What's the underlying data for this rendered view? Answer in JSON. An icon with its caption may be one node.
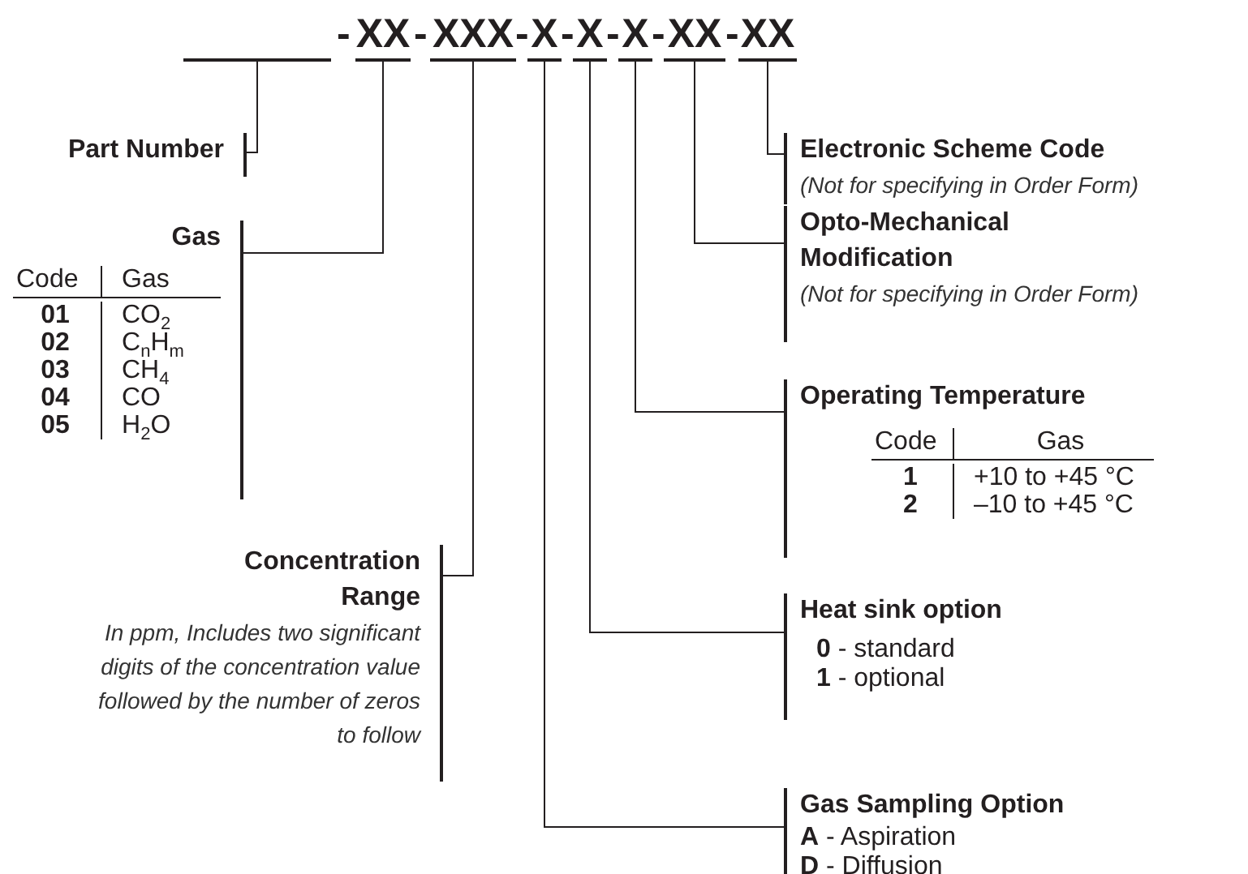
{
  "diagram": {
    "nodes": [
      {
        "text": [],
        "shape": "bar"
      },
      {
        "text": [
          "XX"
        ]
      },
      {
        "text": [
          "XXX"
        ]
      },
      {
        "text": [
          "X"
        ]
      },
      {
        "text": [
          "X"
        ]
      },
      {
        "text": [
          "X"
        ]
      },
      {
        "text": [
          "XX"
        ]
      },
      {
        "text": [
          "XX"
        ]
      },
      {
        "text": [
          "Part Number"
        ]
      },
      {
        "text": [
          "Gas",
          "Code",
          "Gas",
          "01",
          "CO$_{2}$",
          "02",
          "C$_{n}$H$_{m}$",
          "03",
          "CH$_{4}$",
          "04",
          "CO",
          "05",
          "H$_{2}$O"
        ]
      },
      {
        "text": [
          "Concentration Range",
          "In ppm, Includes two significant digits of the concentration value followed by the number of zeros to follow"
        ]
      },
      {
        "text": [
          "Gas Sampling Option",
          "**A** - Aspiration",
          "**D** - Diffusion"
        ]
      },
      {
        "text": [
          "Heat sink option",
          "**0** - standard",
          "**1** - optional"
        ]
      },
      {
        "text": [
          "Operating Temperature",
          "Code",
          "Gas",
          "1",
          "+10 to +45 °C",
          "2",
          "–10 to +45 °C"
        ]
      },
      {
        "text": [
          "Opto-Mechanical Modification",
          "(Not for specifying in Order Form)"
        ]
      },
      {
        "text": [
          "Electronic Scheme Code",
          "(Not for specifying in Order Form)"
        ]
      }
    ],
    "edges": [
      {
        "from": 0,
        "to": 8,
        "arrow": "none"
      },
      {
        "from": 1,
        "to": 9,
        "arrow": "none"
      },
      {
        "from": 2,
        "to": 10,
        "arrow": "none"
      },
      {
        "from": 3,
        "to": 11,
        "arrow": "none"
      },
      {
        "from": 4,
        "to": 12,
        "arrow": "none"
      },
      {
        "from": 5,
        "to": 13,
        "arrow": "none"
      },
      {
        "from": 6,
        "to": 14,
        "arrow": "none"
      },
      {
        "from": 7,
        "to": 15,
        "arrow": "none"
      }
    ],
    "labels": [
      "-",
      "-",
      "-",
      "-",
      "-",
      "-",
      "-"
    ]
  }
}
